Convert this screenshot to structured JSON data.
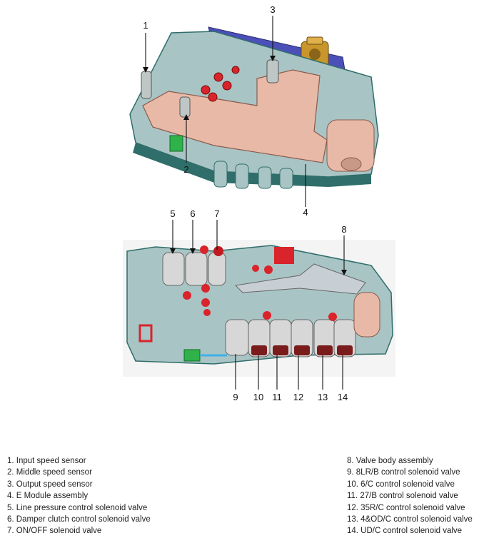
{
  "callouts": [
    "1",
    "2",
    "3",
    "4",
    "5",
    "6",
    "7",
    "8",
    "9",
    "10",
    "11",
    "12",
    "13",
    "14"
  ],
  "legend_left": [
    "1. Input speed sensor",
    "2. Middle speed sensor",
    "3. Output speed sensor",
    "4. E Module assembly",
    "5. Line pressure control solenoid valve",
    "6. Damper clutch control solenoid valve",
    "7. ON/OFF solenoid valve"
  ],
  "legend_right": [
    "8. Valve body assembly",
    "9. 8LR/B control solenoid valve",
    "10. 6/C control solenoid valve",
    "11. 27/B control solenoid valve",
    "12. 35R/C control solenoid valve",
    "13. 4&OD/C control solenoid valve",
    "14. UD/C control solenoid valve"
  ],
  "colors": {
    "housing": "#a9c4c4",
    "housing_dark": "#2f6e6a",
    "module": "#e9b9a8",
    "connector_blue": "#4b4fb8",
    "connector_gold": "#c8962a",
    "solenoid_red": "#d8242a",
    "green_port": "#2fb24a"
  }
}
